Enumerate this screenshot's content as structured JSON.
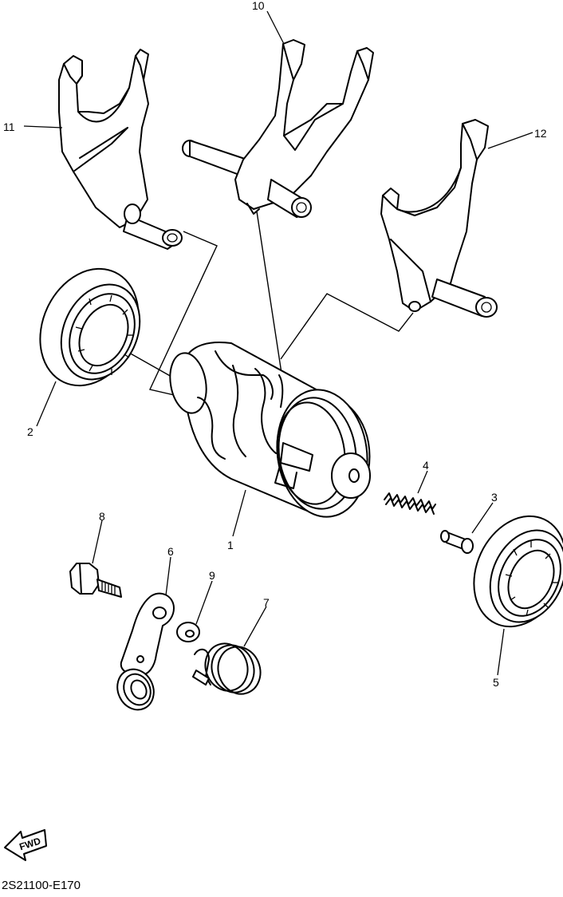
{
  "callouts": [
    {
      "id": "1",
      "label": "1"
    },
    {
      "id": "2",
      "label": "2"
    },
    {
      "id": "3",
      "label": "3"
    },
    {
      "id": "4",
      "label": "4"
    },
    {
      "id": "5",
      "label": "5"
    },
    {
      "id": "6",
      "label": "6"
    },
    {
      "id": "7",
      "label": "7"
    },
    {
      "id": "8",
      "label": "8"
    },
    {
      "id": "9",
      "label": "9"
    },
    {
      "id": "10",
      "label": "10"
    },
    {
      "id": "11",
      "label": "11"
    },
    {
      "id": "12",
      "label": "12"
    }
  ],
  "fwd_label": "FWD",
  "diagram_code": "2S21100-E170"
}
